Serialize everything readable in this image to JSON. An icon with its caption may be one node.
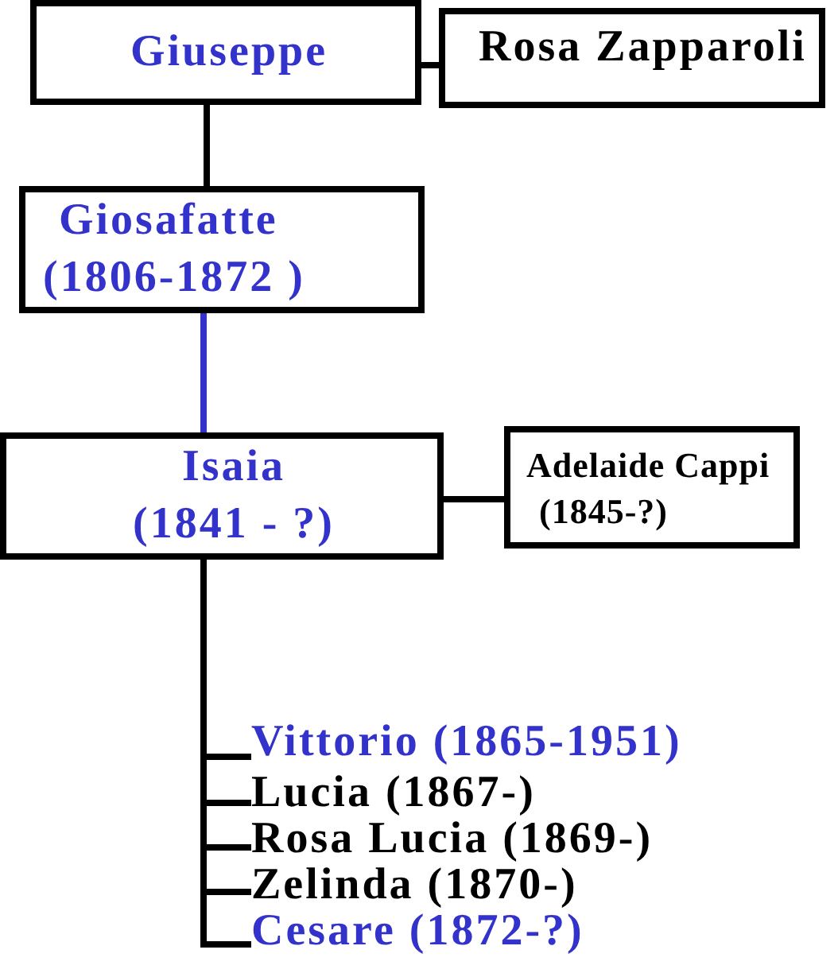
{
  "diagram": {
    "nodes": [
      {
        "text": [
          "Giuseppe"
        ]
      },
      {
        "text": [
          "Rosa Zapparoli"
        ]
      },
      {
        "text": [
          "Giosafatte (1806-1872 )"
        ]
      },
      {
        "text": [
          "Isaia (1841 - ?)"
        ]
      },
      {
        "text": [
          "Adelaide Cappi (1845-?)"
        ]
      },
      {
        "text": [
          "Vittorio (1865-1951)"
        ]
      },
      {
        "text": [
          "Lucia (1867-)"
        ]
      },
      {
        "text": [
          "Rosa Lucia (1869-)"
        ]
      },
      {
        "text": [
          "Zelinda (1870-)"
        ]
      },
      {
        "text": [
          "Cesare (1872-?)"
        ]
      }
    ],
    "edges": [
      {
        "from": 0,
        "to": 1,
        "arrow": "none"
      },
      {
        "from": 0,
        "to": 2,
        "arrow": "none"
      },
      {
        "from": 2,
        "to": 3,
        "arrow": "none",
        "color": "#3333cc"
      },
      {
        "from": 3,
        "to": 4,
        "arrow": "none"
      },
      {
        "from": 3,
        "to": 5,
        "arrow": "none"
      },
      {
        "from": 3,
        "to": 6,
        "arrow": "none"
      },
      {
        "from": 3,
        "to": 7,
        "arrow": "none"
      },
      {
        "from": 3,
        "to": 8,
        "arrow": "none"
      },
      {
        "from": 3,
        "to": 9,
        "arrow": "none"
      }
    ]
  }
}
